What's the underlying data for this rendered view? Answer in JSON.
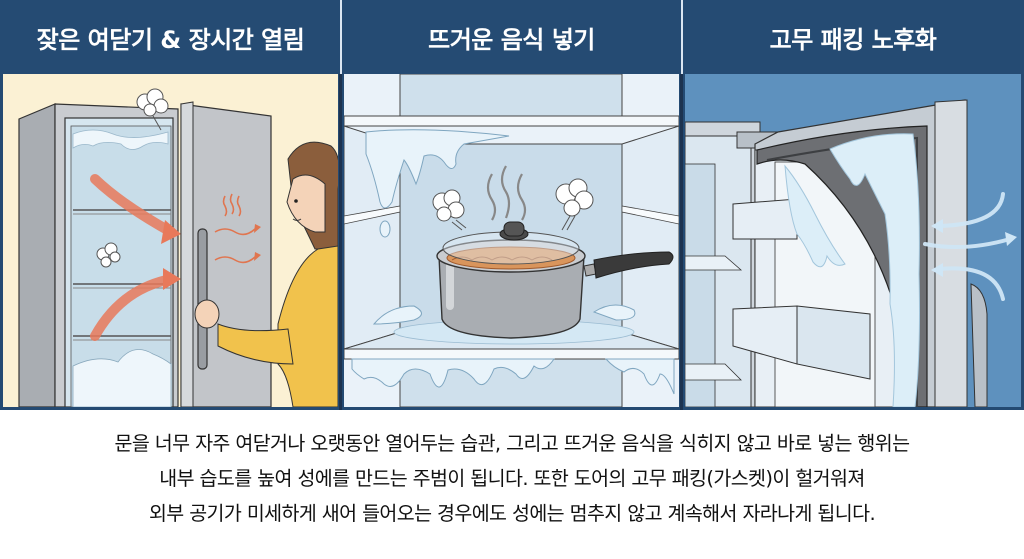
{
  "panels": [
    {
      "title": "잦은 여닫기 & 장시간 열림",
      "background": "#fbf1d4",
      "illustration": "open-freezer-woman-warm-air-icon"
    },
    {
      "title": "뜨거운 음식 넣기",
      "background": "#e6f0f8",
      "illustration": "hot-pot-in-fridge-icon"
    },
    {
      "title": "고무 패킹 노후화",
      "background": "#5b8fbc",
      "illustration": "worn-door-gasket-icon"
    }
  ],
  "caption": {
    "lines": [
      "문을 너무 자주 여닫거나 오랫동안 열어두는 습관, 그리고 뜨거운 음식을 식히지 않고 바로 넣는 행위는",
      "내부 습도를 높여 성에를 만드는 주범이 됩니다. 또한 도어의 고무 패킹(가스켓)이 헐거워져",
      "외부 공기가 미세하게 새어 들어오는 경우에도 성에는 멈추지 않고 계속해서 자라나게 됩니다."
    ]
  },
  "colors": {
    "header_bg": "#254b73",
    "header_text": "#ffffff",
    "frame": "#1d3350",
    "warm_air": "#e8795a",
    "frost": "#d4e8f4",
    "caption_text": "#111111"
  }
}
